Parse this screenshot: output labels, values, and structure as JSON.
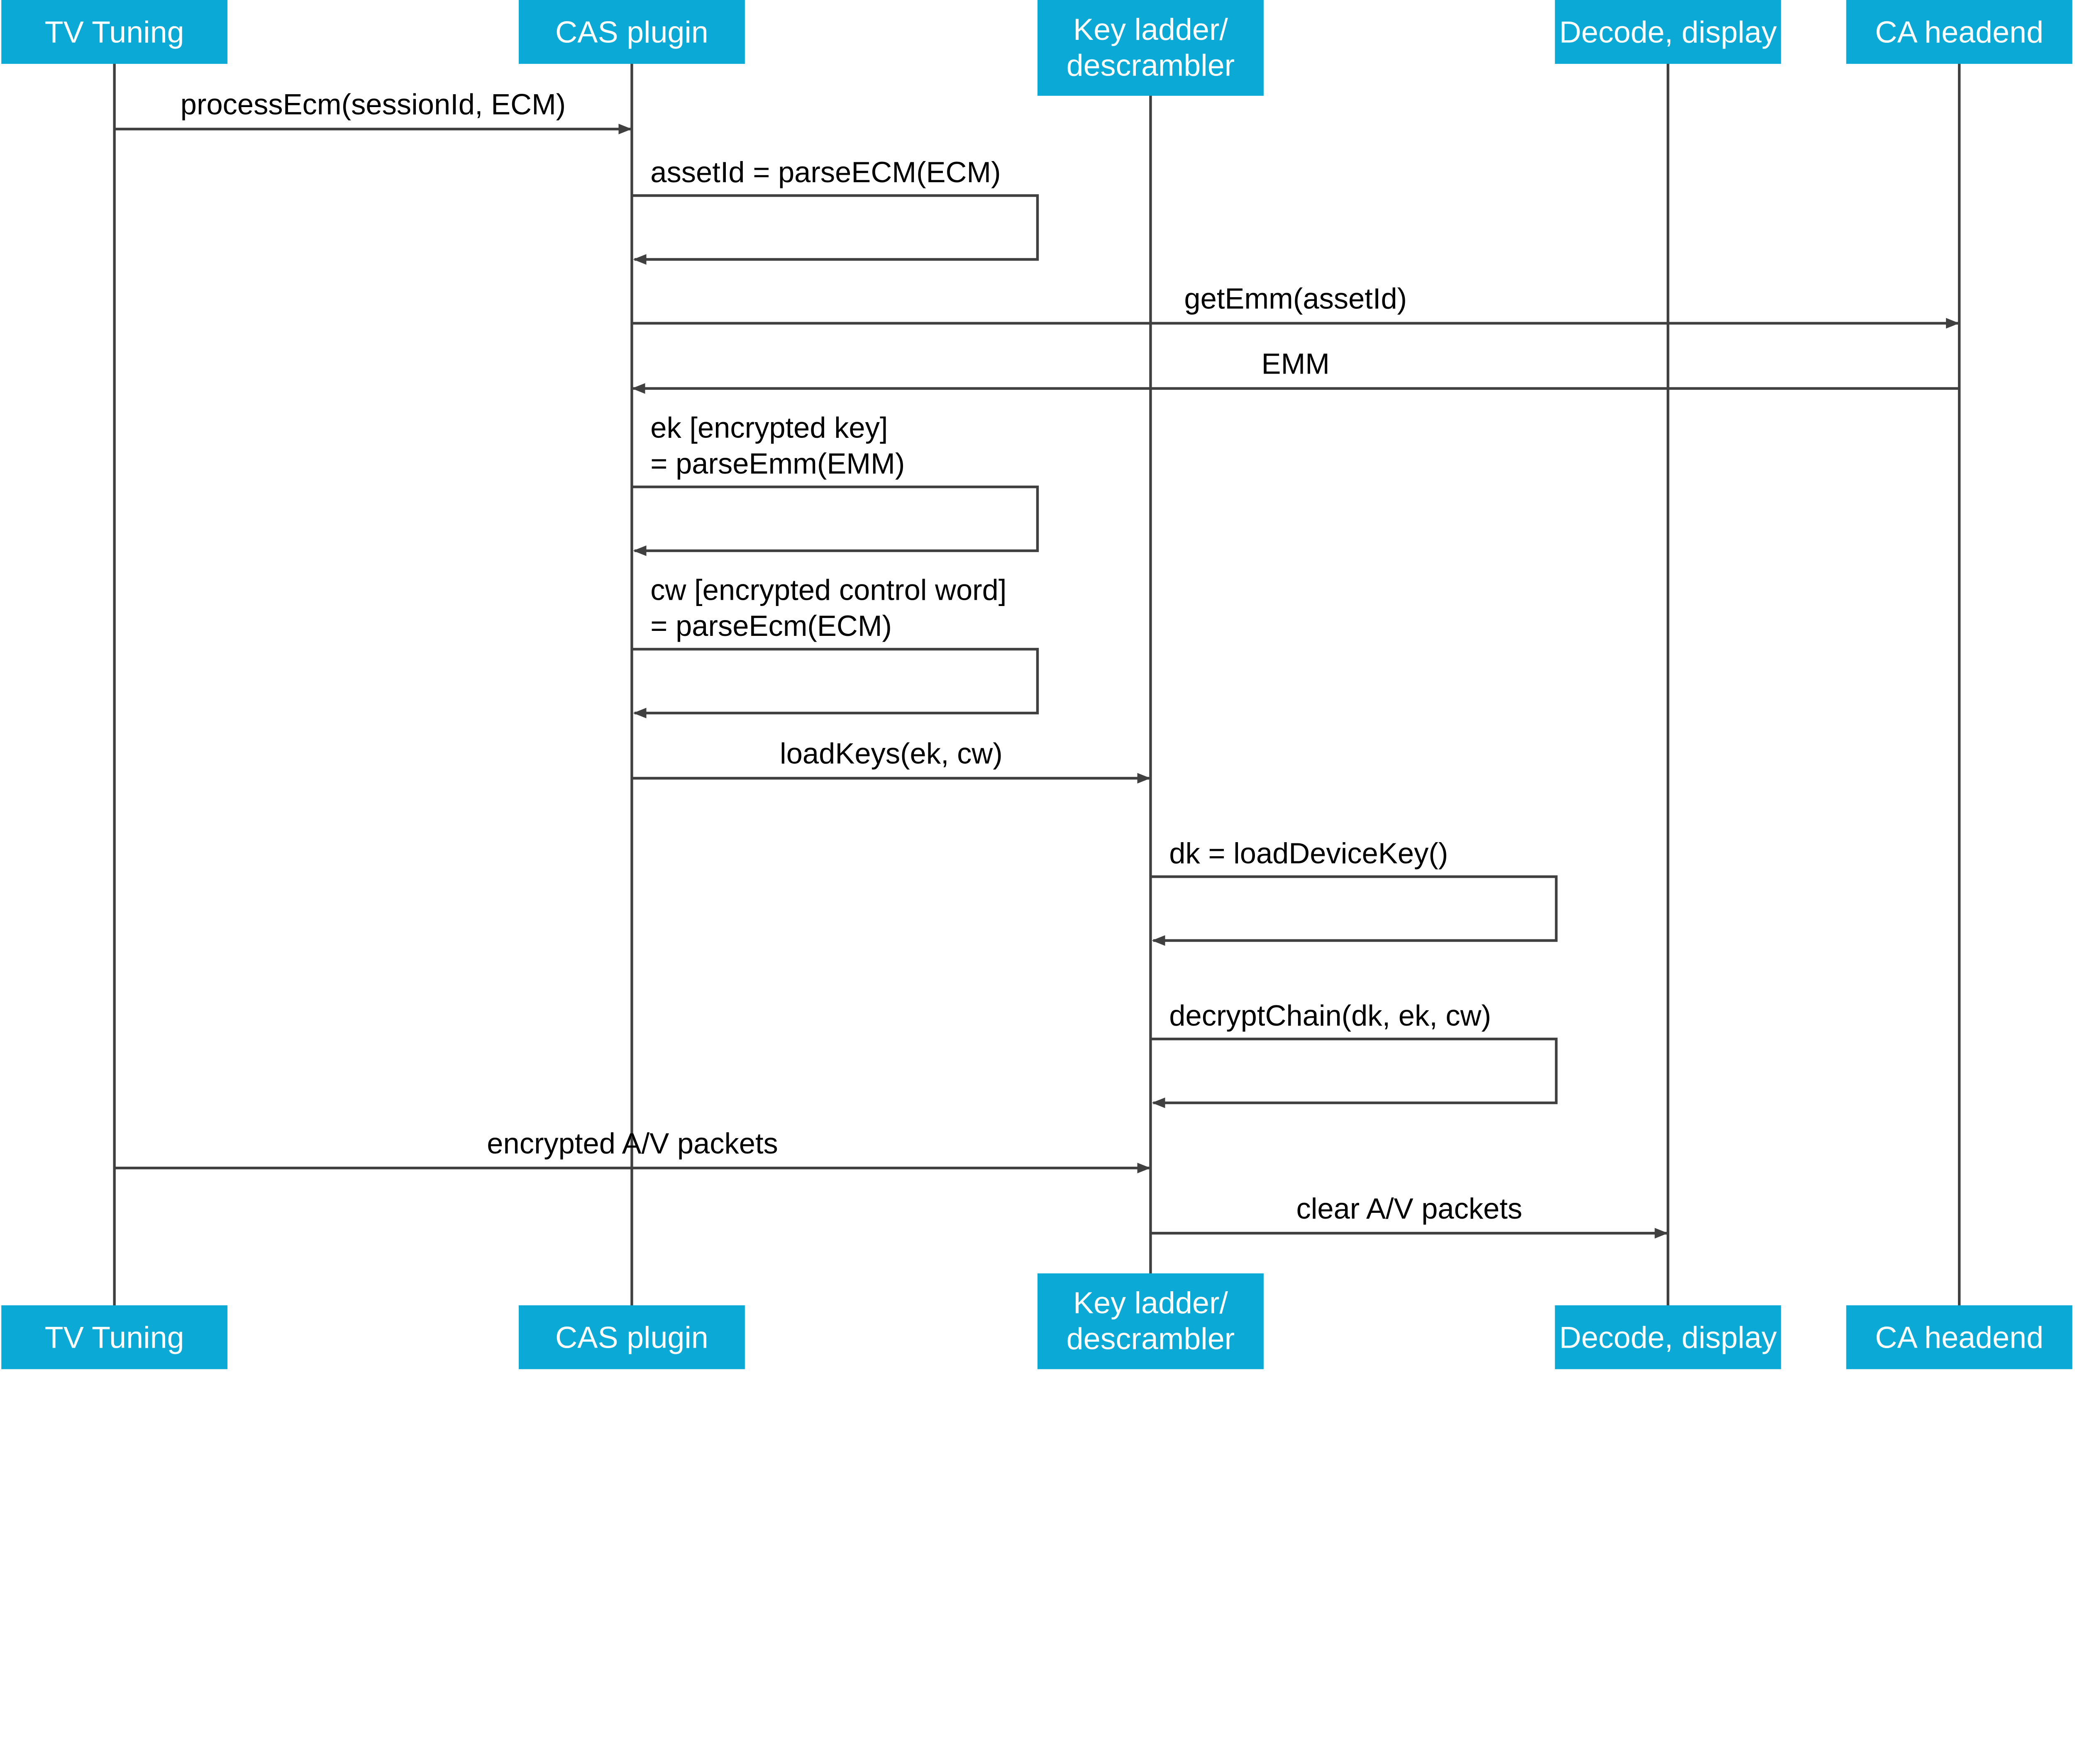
{
  "colors": {
    "participant_box": "#0ba9d6",
    "line": "#404040",
    "label": "#000000"
  },
  "participants": [
    {
      "id": "tv",
      "label": [
        "TV Tuning"
      ]
    },
    {
      "id": "cas",
      "label": [
        "CAS plugin"
      ]
    },
    {
      "id": "key",
      "label": [
        "Key ladder/",
        "descrambler"
      ]
    },
    {
      "id": "dec",
      "label": [
        "Decode, display"
      ]
    },
    {
      "id": "ca",
      "label": [
        "CA headend"
      ]
    }
  ],
  "messages": [
    {
      "from": "tv",
      "to": "cas",
      "label": [
        "processEcm(sessionId, ECM)"
      ]
    },
    {
      "from": "cas",
      "to": "cas",
      "label": [
        "assetId = parseECM(ECM)"
      ]
    },
    {
      "from": "cas",
      "to": "ca",
      "label": [
        "getEmm(assetId)"
      ]
    },
    {
      "from": "ca",
      "to": "cas",
      "label": [
        "EMM"
      ]
    },
    {
      "from": "cas",
      "to": "cas",
      "label": [
        "ek [encrypted key]",
        "= parseEmm(EMM)"
      ]
    },
    {
      "from": "cas",
      "to": "cas",
      "label": [
        "cw [encrypted control word]",
        "= parseEcm(ECM)"
      ]
    },
    {
      "from": "cas",
      "to": "key",
      "label": [
        "loadKeys(ek, cw)"
      ]
    },
    {
      "from": "key",
      "to": "key",
      "label": [
        "dk = loadDeviceKey()"
      ]
    },
    {
      "from": "key",
      "to": "key",
      "label": [
        "decryptChain(dk, ek, cw)"
      ]
    },
    {
      "from": "tv",
      "to": "key",
      "label": [
        "encrypted A/V packets"
      ]
    },
    {
      "from": "key",
      "to": "dec",
      "label": [
        "clear A/V packets"
      ]
    }
  ]
}
